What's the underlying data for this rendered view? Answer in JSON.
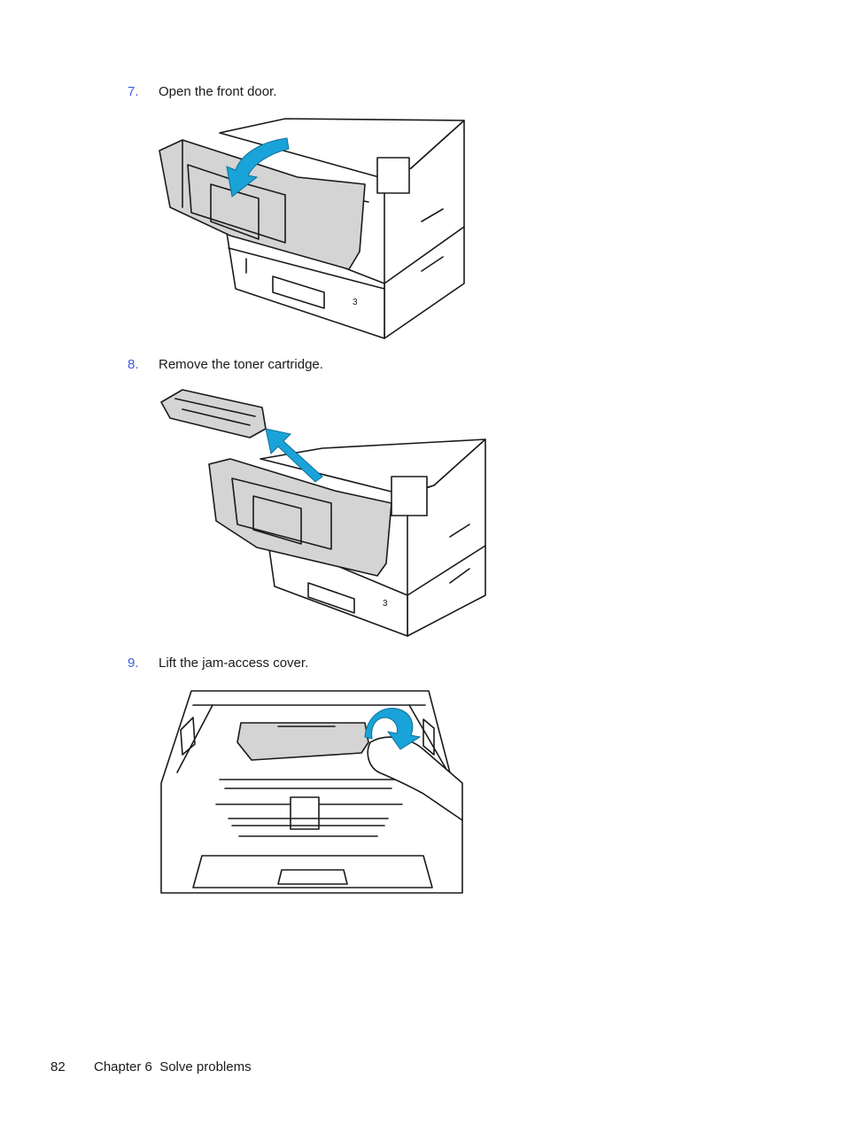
{
  "steps": [
    {
      "number": "7.",
      "text": "Open the front door."
    },
    {
      "number": "8.",
      "text": "Remove the toner cartridge."
    },
    {
      "number": "9.",
      "text": "Lift the jam-access cover."
    }
  ],
  "printer_label": "3",
  "footer": {
    "page_number": "82",
    "chapter": "Chapter 6  Solve problems"
  },
  "colors": {
    "step_number": "#3d5bd9",
    "arrow": "#1aa3d9",
    "part_gray": "#d4d4d4",
    "line": "#1a1a1a"
  },
  "icons": [
    "open-door-arrow-icon",
    "remove-cartridge-arrow-icon",
    "lift-cover-arrow-icon"
  ]
}
